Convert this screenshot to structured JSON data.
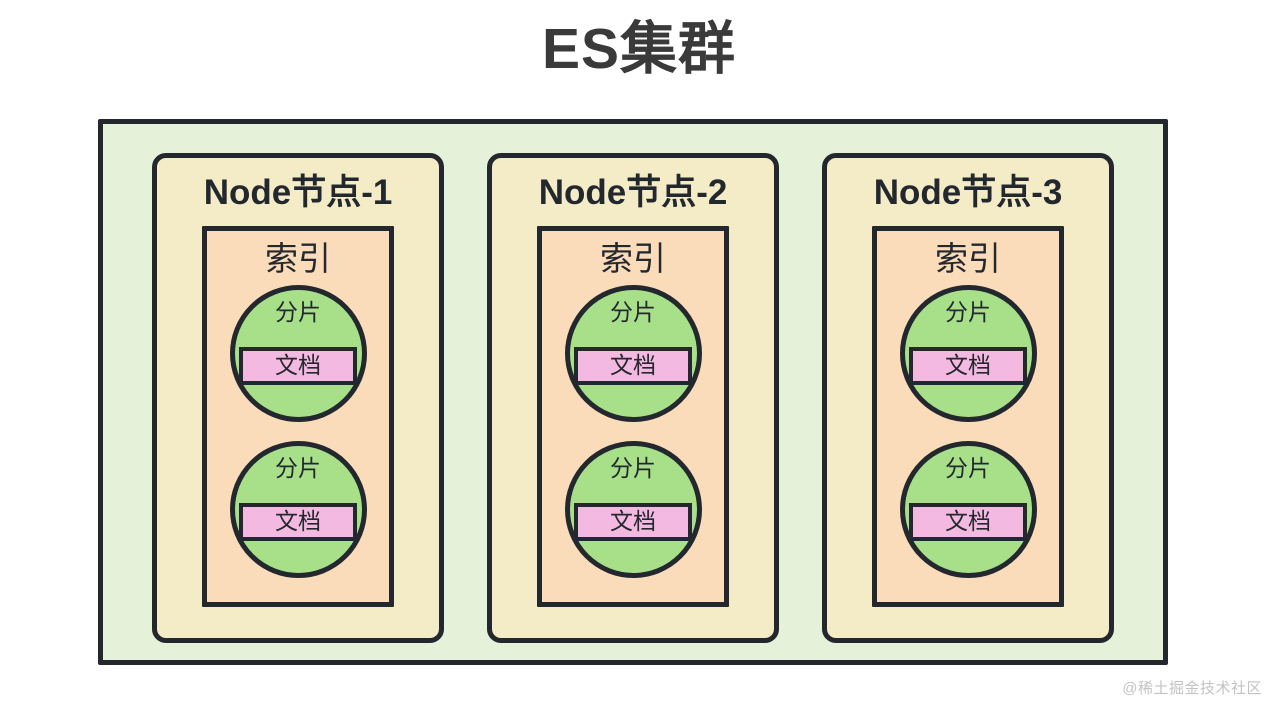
{
  "title": "ES集群",
  "watermark": "@稀土掘金技术社区",
  "colors": {
    "cluster_fill": "#e5f2d9",
    "node_fill": "#f3ecc7",
    "index_fill": "#fadcba",
    "shard_fill": "#a8e08a",
    "document_fill": "#f4b9e0",
    "stroke": "#23282e",
    "title_text": "#3a3a3a",
    "watermark_text": "#c3c3c3"
  },
  "cluster": {
    "nodes": [
      {
        "label": "Node节点-1",
        "index": {
          "label": "索引",
          "shards": [
            {
              "label": "分片",
              "document": {
                "label": "文档"
              }
            },
            {
              "label": "分片",
              "document": {
                "label": "文档"
              }
            }
          ]
        }
      },
      {
        "label": "Node节点-2",
        "index": {
          "label": "索引",
          "shards": [
            {
              "label": "分片",
              "document": {
                "label": "文档"
              }
            },
            {
              "label": "分片",
              "document": {
                "label": "文档"
              }
            }
          ]
        }
      },
      {
        "label": "Node节点-3",
        "index": {
          "label": "索引",
          "shards": [
            {
              "label": "分片",
              "document": {
                "label": "文档"
              }
            },
            {
              "label": "分片",
              "document": {
                "label": "文档"
              }
            }
          ]
        }
      }
    ]
  }
}
